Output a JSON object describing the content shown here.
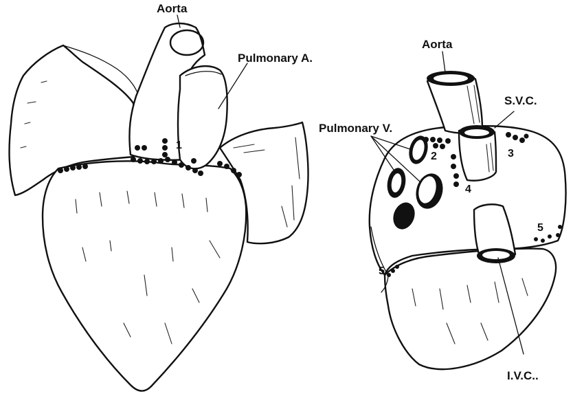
{
  "labels": {
    "aorta_left": "Aorta",
    "pulmonary_artery": "Pulmonary A.",
    "aorta_right": "Aorta",
    "svc": "S.V.C.",
    "pulmonary_veins": "Pulmonary V.",
    "ivc": "I.V.C.."
  },
  "markers": {
    "m1": "1",
    "m2": "2",
    "m3": "3",
    "m4": "4",
    "m5_right": "5",
    "m5_left": "5"
  }
}
